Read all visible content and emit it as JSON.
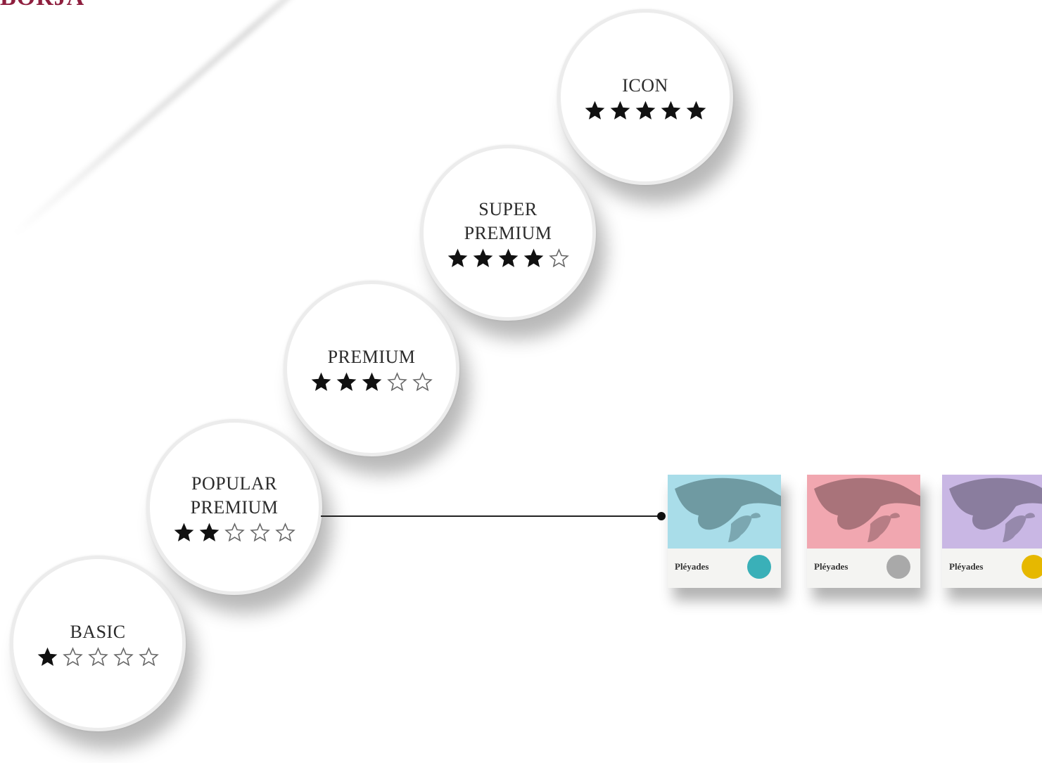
{
  "brand": "BORJA",
  "tiers": [
    {
      "label": "BASIC",
      "rating": 1,
      "max": 5
    },
    {
      "label": "POPULAR\nPREMIUM",
      "rating": 2,
      "max": 5
    },
    {
      "label": "PREMIUM",
      "rating": 3,
      "max": 5
    },
    {
      "label": "SUPER\nPREMIUM",
      "rating": 4,
      "max": 5
    },
    {
      "label": "ICON",
      "rating": 5,
      "max": 5
    }
  ],
  "labels": [
    {
      "name": "Pléyades",
      "bg": "#a9dde9",
      "dove": "#6f9aa2",
      "seal": "#3ab0b8"
    },
    {
      "name": "Pléyades",
      "bg": "#f1a7b0",
      "dove": "#a9737a",
      "seal": "#a9a9a9"
    },
    {
      "name": "Pléyades",
      "bg": "#c9b7e4",
      "dove": "#8a7d9e",
      "seal": "#e6b800"
    }
  ]
}
